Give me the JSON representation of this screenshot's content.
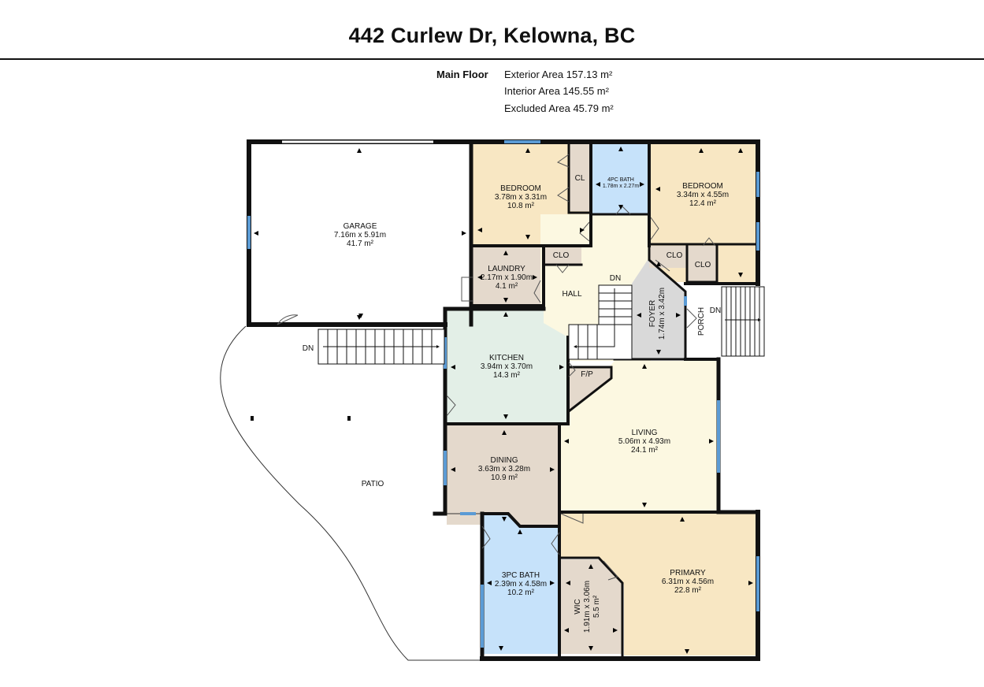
{
  "title": "442 Curlew Dr, Kelowna, BC",
  "floor": {
    "name": "Main Floor",
    "exterior_area": "Exterior Area 157.13 m²",
    "interior_area": "Interior Area 145.55 m²",
    "excluded_area": "Excluded Area 45.79 m²"
  },
  "colors": {
    "wall": "#111111",
    "bedroom": "#f8e7c3",
    "bath": "#c6e2fa",
    "utility": "#e4d9cc",
    "hall": "#fcf8e1",
    "kitchen": "#e3efe7",
    "foyer": "#d9d9d9",
    "window": "#5b9bd5"
  },
  "rooms": {
    "garage": {
      "name": "GARAGE",
      "dims": "7.16m x 5.91m",
      "area": "41.7 m²"
    },
    "bedroom1": {
      "name": "BEDROOM",
      "dims": "3.78m x 3.31m",
      "area": "10.8 m²"
    },
    "closet_cl": {
      "name": "CL"
    },
    "bath4": {
      "name": "4PC BATH",
      "dims": "1.78m x 2.27m"
    },
    "bedroom2": {
      "name": "BEDROOM",
      "dims": "3.34m x 4.55m",
      "area": "12.4 m²"
    },
    "laundry": {
      "name": "LAUNDRY",
      "dims": "2.17m x 1.90m",
      "area": "4.1 m²"
    },
    "clo_hall": {
      "name": "CLO"
    },
    "clo_foyer": {
      "name": "CLO"
    },
    "clo_bed": {
      "name": "CLO"
    },
    "hall": {
      "name": "HALL"
    },
    "stairs_dn": {
      "name": "DN"
    },
    "foyer": {
      "name": "FOYER",
      "dims": "1.74m x 3.42m"
    },
    "porch": {
      "name": "PORCH"
    },
    "porch_dn": {
      "name": "DN"
    },
    "kitchen": {
      "name": "KITCHEN",
      "dims": "3.94m x 3.70m",
      "area": "14.3 m²"
    },
    "fireplace": {
      "name": "F/P"
    },
    "living": {
      "name": "LIVING",
      "dims": "5.06m x 4.93m",
      "area": "24.1 m²"
    },
    "dining": {
      "name": "DINING",
      "dims": "3.63m x 3.28m",
      "area": "10.9 m²"
    },
    "patio": {
      "name": "PATIO"
    },
    "patio_dn": {
      "name": "DN"
    },
    "bath3": {
      "name": "3PC BATH",
      "dims": "2.39m x 4.58m",
      "area": "10.2 m²"
    },
    "wic": {
      "name": "WIC",
      "dims": "1.91m x 3.06m",
      "area": "5.5 m²"
    },
    "primary": {
      "name": "PRIMARY",
      "dims": "6.31m x 4.56m",
      "area": "22.8 m²"
    }
  }
}
